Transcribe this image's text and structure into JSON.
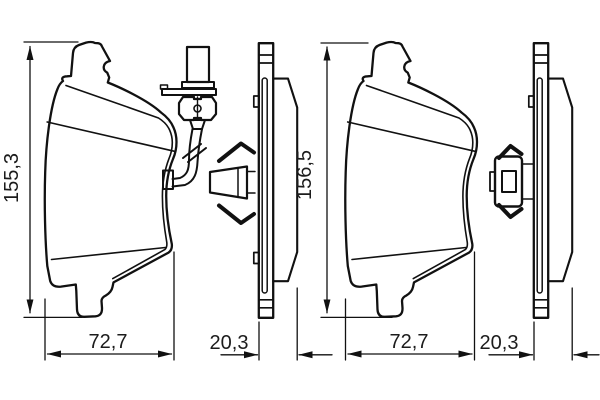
{
  "page": {
    "background": "#ffffff",
    "line_color": "#111111"
  },
  "drawing": {
    "dimensions": {
      "left_height": "155,3",
      "left_width": "72,7",
      "left_thickness": "20,3",
      "right_height": "156,5",
      "right_width": "72,7",
      "right_thickness": "20,3"
    }
  }
}
